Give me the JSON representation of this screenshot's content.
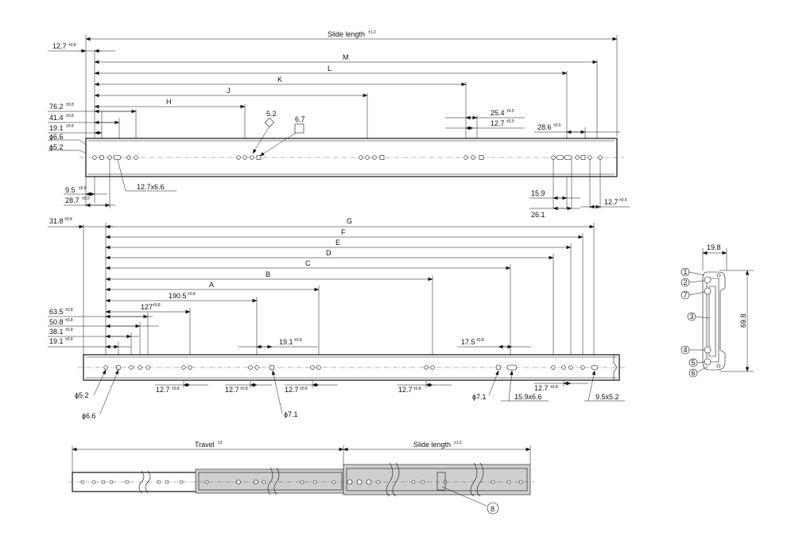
{
  "top_view": {
    "slide_length": "Slide length",
    "slide_length_tol": "±1.2",
    "start_offset": "12.7",
    "start_offset_tol": "±0.8",
    "letters": [
      "M",
      "L",
      "K",
      "J",
      "H"
    ],
    "left_dims": [
      {
        "value": "76.2",
        "tol": "±0.8"
      },
      {
        "value": "41.4",
        "tol": "±0.8"
      },
      {
        "value": "19.1",
        "tol": "±0.8"
      },
      {
        "value": "ϕ6.6",
        "tol": ""
      },
      {
        "value": "ϕ5.2",
        "tol": ""
      }
    ],
    "square_52": "5.2",
    "square_67": "6.7",
    "d_25_4": "25.4",
    "d_25_4_tol": "±0.5",
    "d_12_7_a": "12.7",
    "d_12_7_a_tol": "±0.5",
    "d_28_6": "28.6",
    "d_28_6_tol": "±0.5",
    "slot": "12.7x6.6",
    "d_9_5": "9.5",
    "d_9_5_tol": "±0.8",
    "d_28_7": "28.7",
    "d_28_7_tol": "±0.5",
    "d_15_9": "15.9",
    "d_26_1": "26.1",
    "d_12_7_end": "12.7",
    "d_12_7_end_tol": "±0.5"
  },
  "middle_view": {
    "start_offset": "31.8",
    "start_offset_tol": "±0.8",
    "letters": [
      "G",
      "F",
      "E",
      "D",
      "C",
      "B",
      "A"
    ],
    "d_190_5": "190.5",
    "d_190_5_tol": "±0.8",
    "d_127": "127",
    "d_127_tol": "±0.8",
    "left_dims": [
      {
        "value": "63.5",
        "tol": "±0.8"
      },
      {
        "value": "50.8",
        "tol": "±0.8"
      },
      {
        "value": "38.1",
        "tol": "±0.8"
      },
      {
        "value": "19.1",
        "tol": "±0.8"
      }
    ],
    "d_19_1": "19.1",
    "d_19_1_tol": "±0.8",
    "d_17_5": "17.5",
    "d_17_5_tol": "±0.8",
    "bottom_dims": [
      {
        "value": "12.7",
        "tol": "±0.8"
      },
      {
        "value": "12.7",
        "tol": "±0.8"
      },
      {
        "value": "12.7",
        "tol": "±0.8"
      },
      {
        "value": "12.7",
        "tol": "±0.8"
      },
      {
        "value": "12.7",
        "tol": "±0.8"
      }
    ],
    "phi_5_2": "ϕ5.2",
    "phi_6_6": "ϕ6.6",
    "phi_7_1_a": "ϕ7.1",
    "phi_7_1_b": "ϕ7.1",
    "slot_15_9": "15.9x6.6",
    "slot_9_5": "9.5x5.2"
  },
  "cross_section": {
    "width": "19.8",
    "height": "69.8",
    "callouts": [
      "1",
      "2",
      "7",
      "3",
      "4",
      "5",
      "6"
    ]
  },
  "extended_view": {
    "travel": "Travel",
    "travel_tol": "±3",
    "slide_length": "Slide length",
    "slide_length_tol": "±1.2",
    "callout": "8"
  }
}
